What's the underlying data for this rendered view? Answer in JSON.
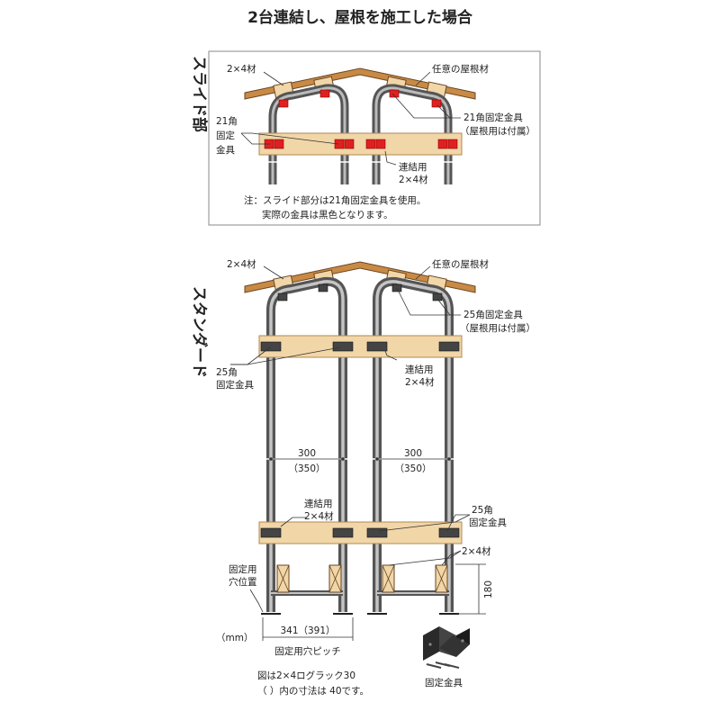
{
  "title": "2台連結し、屋根を施工した場合",
  "top": {
    "section_label": "スライド部",
    "label_2x4_left": "2×4材",
    "label_roof": "任意の屋根材",
    "label_21_left": [
      "21角",
      "固定",
      "金具"
    ],
    "label_21_right": [
      "21角固定金具",
      "（屋根用は付属）"
    ],
    "label_link": [
      "連結用",
      "2×4材"
    ],
    "note": [
      "注：スライド部分は21角固定金具を使用。",
      "実際の金具は黒色となります。"
    ]
  },
  "bottom": {
    "section_label": "スタンダード",
    "label_2x4_left": "2×4材",
    "label_roof": "任意の屋根材",
    "label_25_top": [
      "25角固定金具",
      "（屋根用は付属）"
    ],
    "label_25_left": [
      "25角",
      "固定金具"
    ],
    "label_link_upper": [
      "連結用",
      "2×4材"
    ],
    "dim_left": [
      "300",
      "（350）"
    ],
    "dim_right": [
      "300",
      "（350）"
    ],
    "label_link_lower": [
      "連結用",
      "2×4材"
    ],
    "label_25_right": [
      "25角",
      "固定金具"
    ],
    "label_2x4_right": "2×4材",
    "label_hole": [
      "固定用",
      "穴位置"
    ],
    "dim_height": "180",
    "unit": "（mm）",
    "dim_width": "341（391）",
    "dim_width_caption": "固定用穴ピッチ",
    "fixture_caption": "固定金具",
    "footnote": [
      "図は2×4ログラック30",
      "（ ）内の寸法は 40です。"
    ]
  }
}
